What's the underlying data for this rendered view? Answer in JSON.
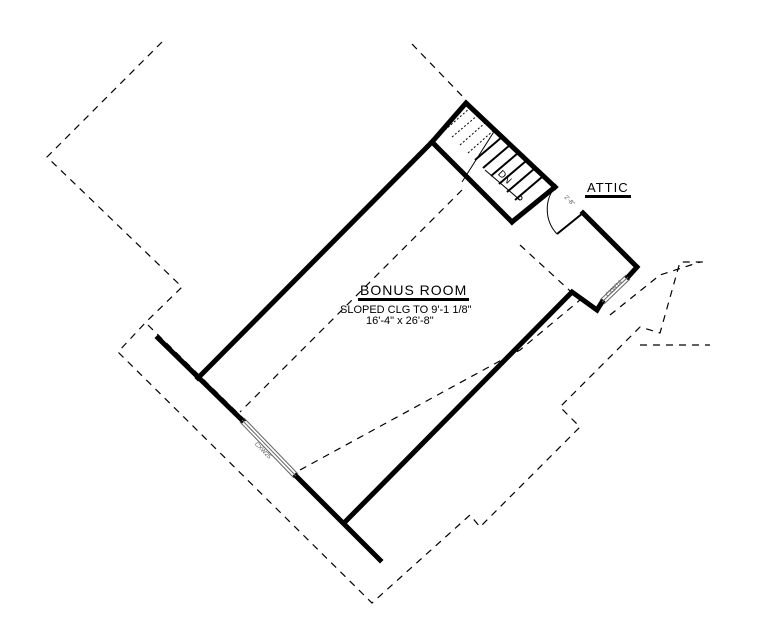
{
  "room": {
    "name": "BONUS ROOM",
    "ceiling": "SLOPED CLG TO 9'-1 1/8\"",
    "dimensions": "16'-4\" x 26'-8\""
  },
  "attic_label": "ATTIC",
  "stair_label": "DN",
  "door_label": "2'-8\"",
  "windows": [
    "CXW25",
    "CXW14"
  ]
}
